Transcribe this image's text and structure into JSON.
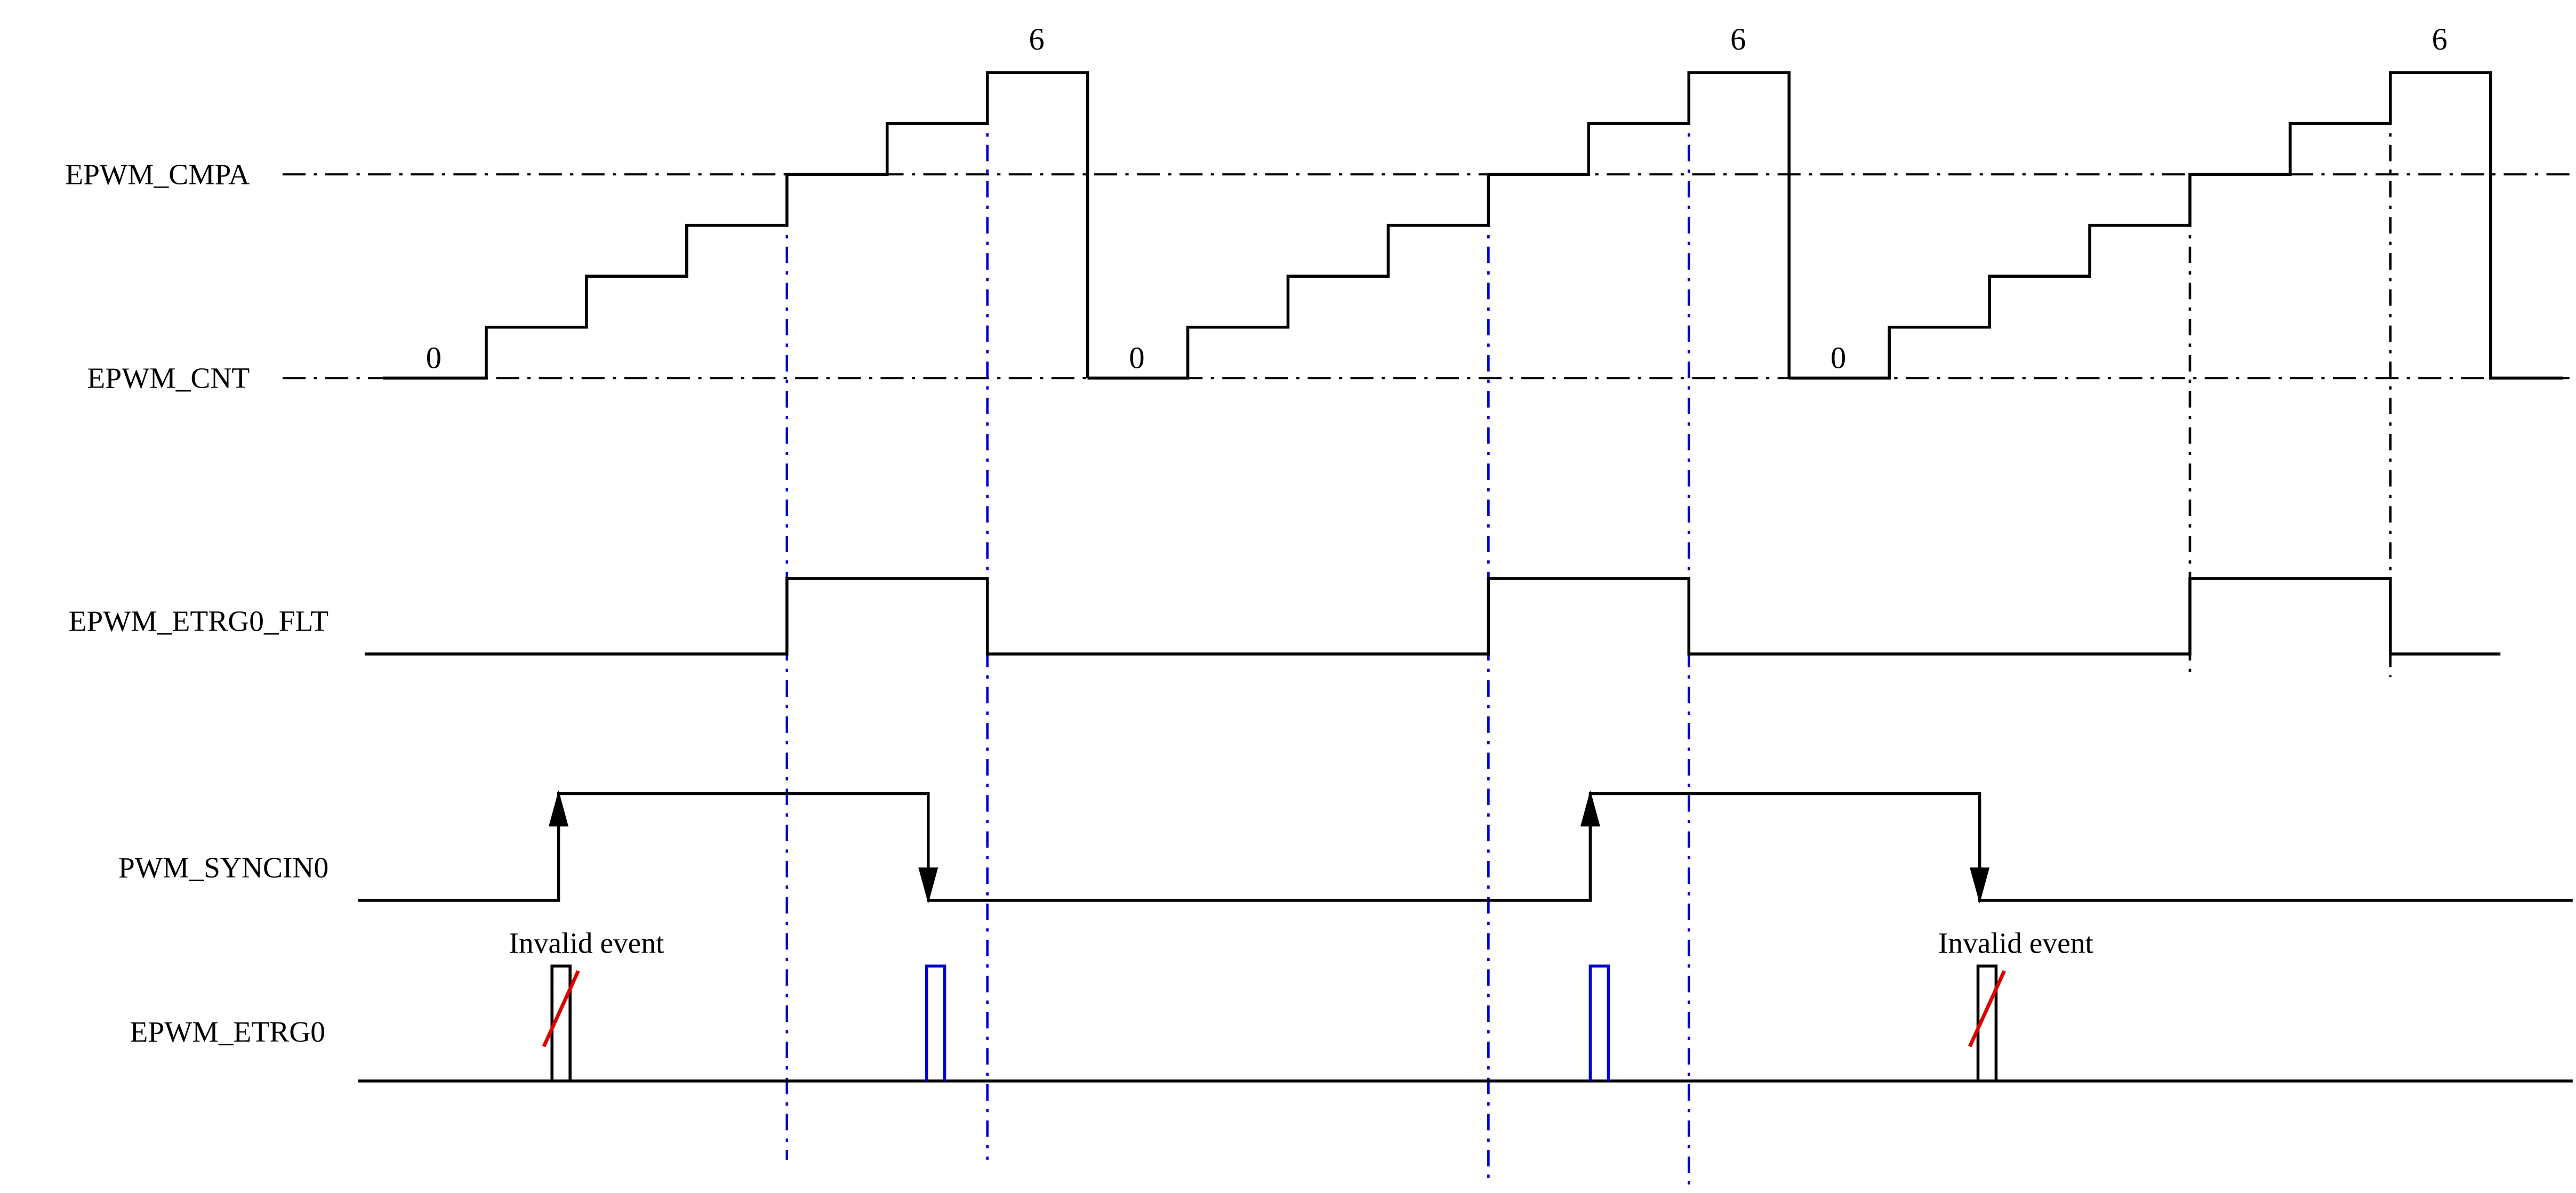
{
  "diagram": {
    "signals": {
      "cmpa": "EPWM_CMPA",
      "cnt": "EPWM_CNT",
      "etrg0_flt": "EPWM_ETRG0_FLT",
      "syncin0": "PWM_SYNCIN0",
      "etrg0": "EPWM_ETRG0"
    },
    "counter": {
      "zero_label": "0",
      "max_label": "6"
    },
    "events": {
      "invalid_label": "Invalid event"
    },
    "colors": {
      "signal_black": "#000000",
      "guide_blue": "#0000cc",
      "valid_pulse_blue": "#0000cc",
      "invalid_mark_red": "#dd0000"
    }
  }
}
